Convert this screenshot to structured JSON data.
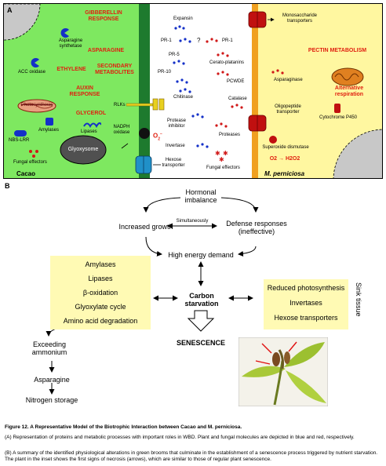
{
  "panel_a": {
    "label": "A",
    "cacao": {
      "title": "Cacao",
      "gibberellin": "GIBBERELLIN RESPONSE",
      "asparagine_synthetase": "Asparagine synthetase",
      "asparagine": "ASPARAGINE",
      "acc_oxidase": "ACC oxidase",
      "ethylene": "ETHYLENE",
      "secondary_metabolites": "SECONDARY METABOLITES",
      "auxin": "AUXIN RESPONSE",
      "photosynthesis": "Photosynthesis",
      "glycerol": "GLYCEROL",
      "rlks": "RLKs",
      "amylases": "Amylases",
      "lipases": "Lipases",
      "nbs_lrr": "NBS-LRR",
      "nadph_oxidase": "NADPH oxidase",
      "o2_minus": "O",
      "fungal_effectors": "Fungal effectors",
      "glyoxysome": "Glyoxysome"
    },
    "middle": {
      "expansin": "Expansin",
      "pr1_left": "PR-1",
      "question": "?",
      "pr1_right": "PR-1",
      "pr5": "PR-5",
      "cerato_platanins": "Cerato-platanins",
      "pr10": "PR-10",
      "pcwde": "PCWDE",
      "chitinase": "Chitinase",
      "catalase": "Catalase",
      "protease_inhibitor": "Protease inhibitor",
      "proteases": "Proteases",
      "invertase": "Invertase",
      "hexose_transporter": "Hexose transporter",
      "fungal_effectors": "Fungal effectors"
    },
    "fungus": {
      "title": "M. perniciosa",
      "monosaccharide_transporters": "Monosaccharide transporters",
      "pectin_metabolism": "PECTIN METABOLISM",
      "asparaginase": "Asparaginase",
      "alternative_respiration": "Alternative respiration",
      "oligopeptide_transporter": "Oligopeptide transporter",
      "cytochrome": "Cytochrome P450",
      "superoxide_dismutase": "Superoxide dismutase",
      "o2_to_h2o2": "O2 → H2O2"
    }
  },
  "panel_b": {
    "label": "B",
    "hormonal": "Hormonal imbalance",
    "increased_growth": "Increased growth",
    "simultaneously": "Simultaneously",
    "defense": "Defense responses (ineffective)",
    "high_energy": "High energy demand",
    "left_list": [
      "Amylases",
      "Lipases",
      "β-oxidation",
      "Glyoxylate cycle",
      "Amino acid degradation"
    ],
    "carbon": "Carbon starvation",
    "right_list": [
      "Reduced photosynthesis",
      "Invertases",
      "Hexose transporters"
    ],
    "sink": "Sink tissue",
    "senescence": "SENESCENCE",
    "exceeding": "Exceeding ammonium",
    "asparagine": "Asparagine",
    "nitrogen": "Nitrogen storage"
  },
  "caption": {
    "title": "Figure 12. A Representative Model of the Biotrophic Interaction between Cacao and M. perniciosa.",
    "a": "(A) Representation of proteins and metabolic processes with important roles in WBD. Plant and fungal molecules are depicted in blue and red, respectively.",
    "b": "(B) A summary of the identified physiological alterations in green brooms that culminate in the establishment of a senescence process triggered by nutrient starvation. The plant in the inset shows the first signs of necrosis (arrows), which are similar to those of regular plant senescence."
  },
  "colors": {
    "cacao_bg": "#7ee860",
    "fungus_bg": "#fff7a0",
    "wall": "#1e7a2e",
    "plant_blue": "#1430c8",
    "fungal_red": "#d01818",
    "box_yellow": "#fffab4"
  }
}
